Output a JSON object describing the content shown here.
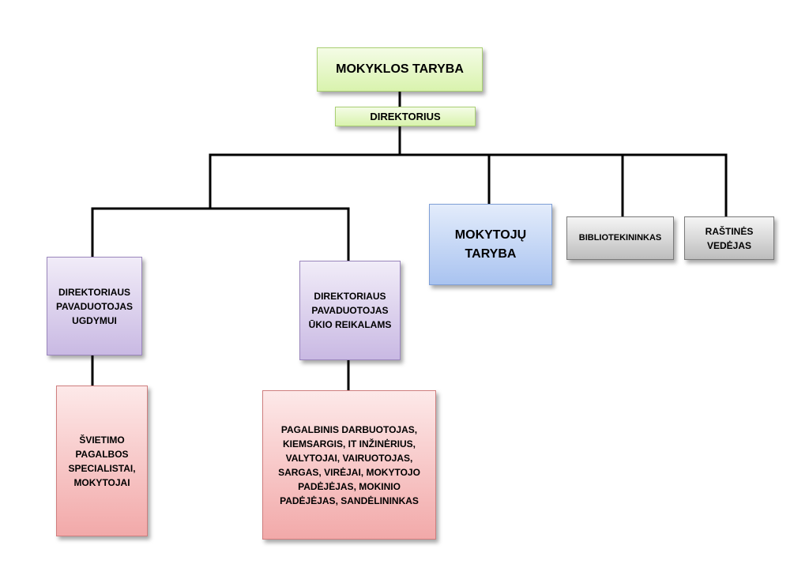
{
  "nodes": {
    "mokyklos_taryba": "MOKYKLOS TARYBA",
    "direktorius": "DIREKTORIUS",
    "pavaduotojas_ugdymui": "DIREKTORIAUS\nPAVADUOTOJAS\nUGDYMUI",
    "pavaduotojas_ukio": "DIREKTORIAUS\nPAVADUOTOJAS\nŪKIO REIKALAMS",
    "mokytoju_taryba": "MOKYTOJŲ\nTARYBA",
    "bibliotekininkas": "BIBLIOTEKININKAS",
    "rastines_vedejas": "RAŠTINĖS\nVEDĖJAS",
    "svietimo_pagalbos": "ŠVIETIMO\nPAGALBOS\nSPECIALISTAI,\nMOKYTOJAI",
    "pagalbinis": "PAGALBINIS DARBUOTOJAS,\nKIEMSARGIS, IT INŽINĖRIUS,\nVALYTOJAI, VAIRUOTOJAS,\nSARGAS, VIRĖJAI, MOKYTOJO\nPADĖJĖJAS, MOKINIO\nPADĖJĖJAS, SANDĖLININKAS"
  },
  "colors": {
    "top": "#d9f3ad",
    "deputy": "#c9b9e3",
    "council": "#a9c3f0",
    "staff": "#bdbdbd",
    "workers": "#f2a9a9",
    "connector": "#000000"
  }
}
